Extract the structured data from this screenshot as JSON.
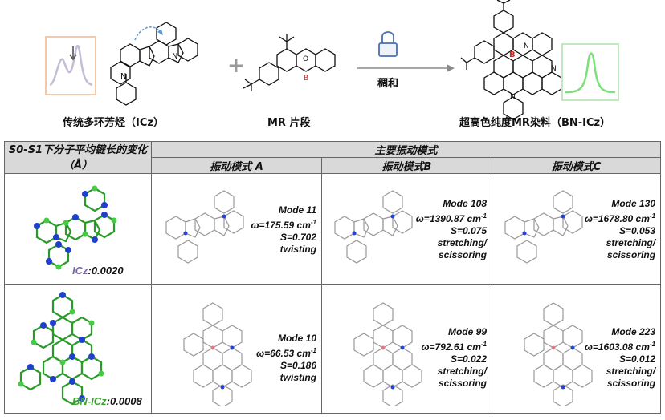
{
  "top": {
    "captions": {
      "icz": "传统多环芳烃（ICz）",
      "mr": "MR 片段",
      "bn": "超高色纯度MR染料（BN-ICz）"
    },
    "plus": "+",
    "arrow_label": "稠和",
    "atoms": {
      "n": "N",
      "b": "B",
      "o": "O"
    },
    "colors": {
      "spectrum_left": "#c5bcd8",
      "spectrum_right": "#7ee07a",
      "box_left": "#f5c8a8",
      "box_right": "#c2e8c0",
      "lock": "#4a6fb6"
    }
  },
  "table": {
    "header_left": "S0-S1下分子平均键长的变化（Å）",
    "header_main": "主要振动模式",
    "mode_headers": [
      "振动模式 A",
      "振动模式B",
      "振动模式C"
    ],
    "rows": [
      {
        "label_name": "ICz",
        "label_value": ":0.0020",
        "label_color": "#7b68a6",
        "modes": [
          [
            "Mode 11",
            "ω=175.59 cm-1",
            "S=0.702",
            "twisting"
          ],
          [
            "Mode 108",
            "ω=1390.87 cm-1",
            "S=0.075",
            "stretching/",
            "scissoring"
          ],
          [
            "Mode 130",
            "ω=1678.80 cm-1",
            "S=0.053",
            "stretching/",
            "scissoring"
          ]
        ]
      },
      {
        "label_name": "BN-ICz",
        "label_value": ":0.0008",
        "label_color": "#3aa52e",
        "modes": [
          [
            "Mode 10",
            "ω=66.53 cm-1",
            "S=0.186",
            "twisting"
          ],
          [
            "Mode 99",
            "ω=792.61 cm-1",
            "S=0.022",
            "stretching/",
            "scissoring"
          ],
          [
            "Mode 223",
            "ω=1603.08 cm-1",
            "S=0.012",
            "stretching/",
            "scissoring"
          ]
        ]
      }
    ]
  }
}
